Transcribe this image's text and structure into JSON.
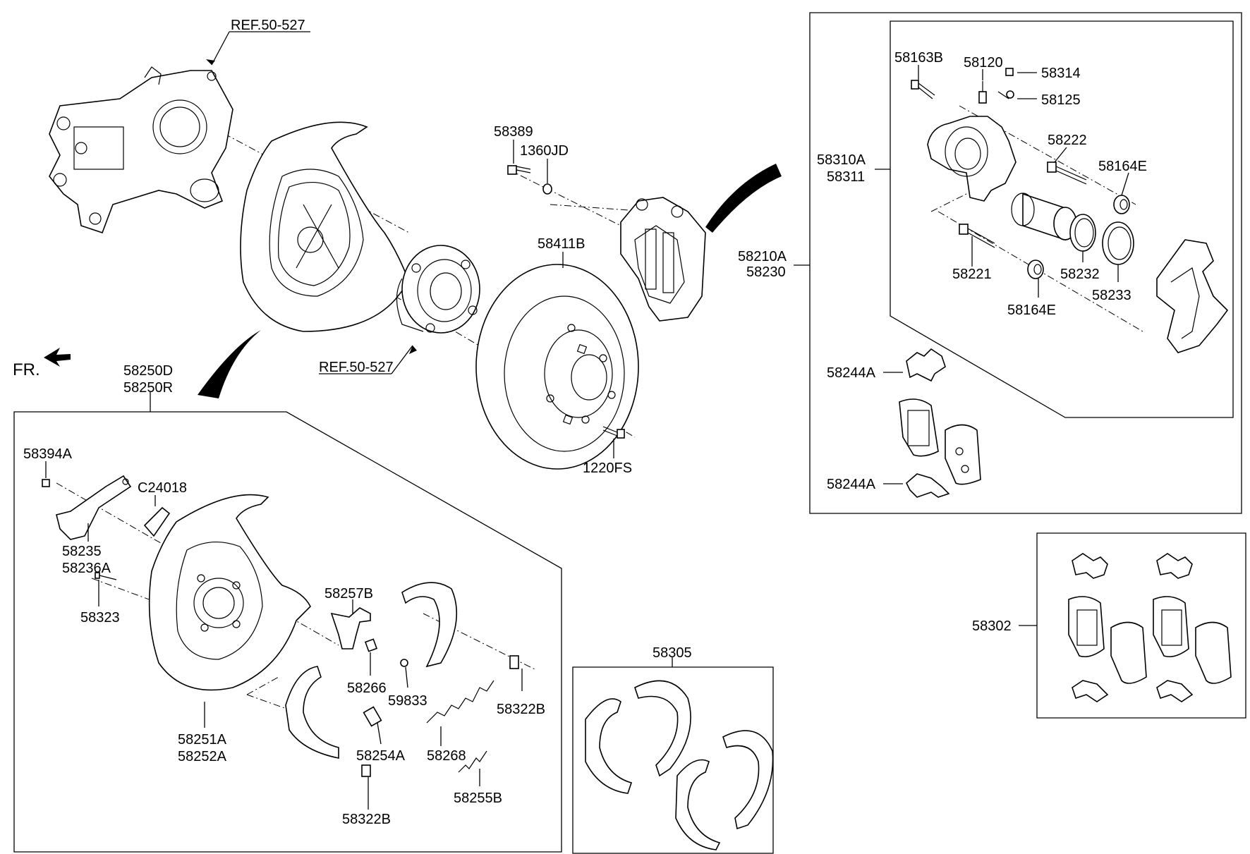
{
  "labels": {
    "ref_top": "REF.50-527",
    "ref_hub": "REF.50-527",
    "fr": "FR.",
    "p58389": "58389",
    "p1360jd": "1360JD",
    "p58411b": "58411B",
    "p1220fs": "1220FS",
    "p58210a": "58210A",
    "p58230": "58230",
    "p58163b": "58163B",
    "p58120": "58120",
    "p58314": "58314",
    "p58125": "58125",
    "p58310a": "58310A",
    "p58311": "58311",
    "p58222": "58222",
    "p58164e_top": "58164E",
    "p58221": "58221",
    "p58232": "58232",
    "p58164e_bot": "58164E",
    "p58233": "58233",
    "p58244a_top": "58244A",
    "p58244a_bot": "58244A",
    "p58302": "58302",
    "p58250d": "58250D",
    "p58250r": "58250R",
    "p58394a": "58394A",
    "pc24018": "C24018",
    "p58235": "58235",
    "p58236a": "58236A",
    "p58323": "58323",
    "p58257b": "58257B",
    "p58266": "58266",
    "p59833": "59833",
    "p58322b_right": "58322B",
    "p58251a": "58251A",
    "p58252a": "58252A",
    "p58254a": "58254A",
    "p58268": "58268",
    "p58255b": "58255B",
    "p58322b_bot": "58322B",
    "p58305": "58305"
  }
}
